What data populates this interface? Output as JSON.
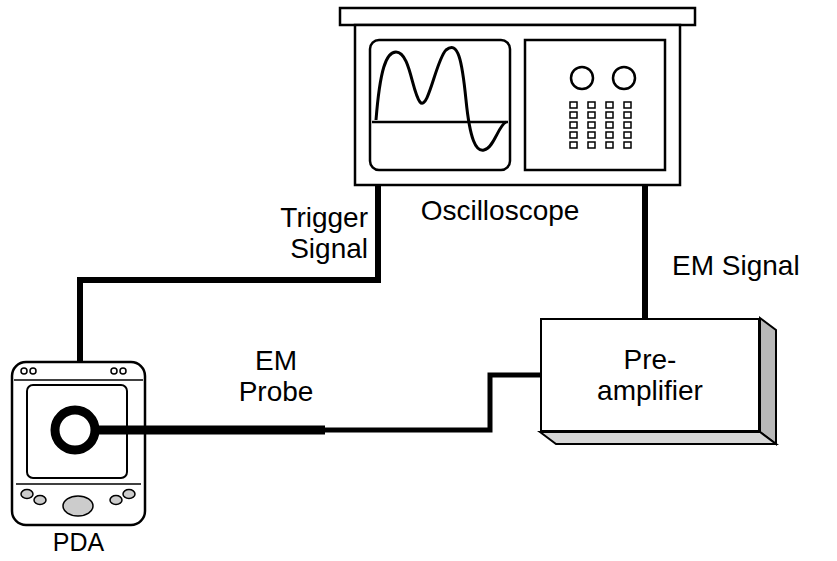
{
  "diagram": {
    "nodes": [
      {
        "text": [
          "Oscilloscope"
        ]
      },
      {
        "text": [
          "Pre- amplifier"
        ]
      },
      {
        "text": [
          "PDA"
        ]
      }
    ],
    "edges": [
      {
        "from": 2,
        "to": 0,
        "label": "Trigger Signal",
        "arrow": "none"
      },
      {
        "from": 1,
        "to": 0,
        "label": "EM Signal",
        "arrow": "none"
      },
      {
        "from": 2,
        "to": 1,
        "label": "EM Probe",
        "arrow": "none"
      }
    ]
  }
}
